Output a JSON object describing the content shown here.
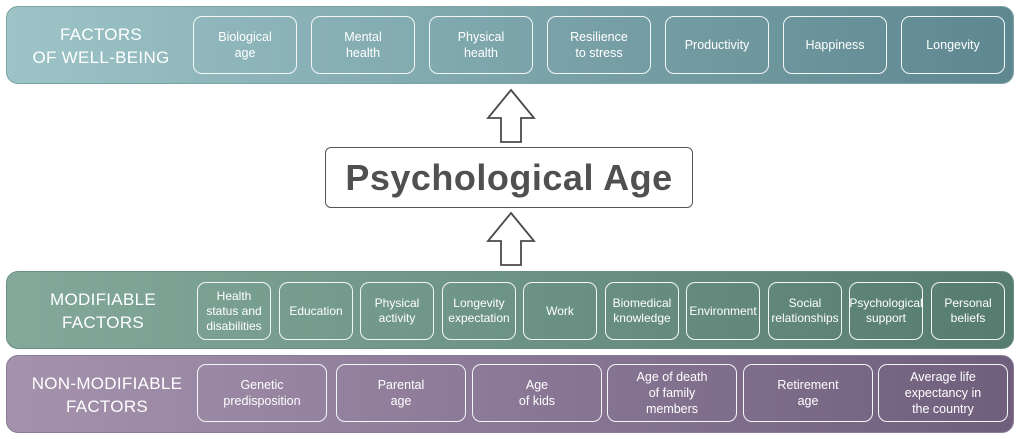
{
  "wellbeing": {
    "title": "FACTORS\nOF WELL-BEING",
    "items": [
      "Biological\nage",
      "Mental\nhealth",
      "Physical\nhealth",
      "Resilience\nto stress",
      "Productivity",
      "Happiness",
      "Longevity"
    ]
  },
  "central": {
    "label": "Psychological Age"
  },
  "modifiable": {
    "title": "MODIFIABLE\nFACTORS",
    "items": [
      "Health\nstatus and\ndisabilities",
      "Education",
      "Physical\nactivity",
      "Longevity\nexpectation",
      "Work",
      "Biomedical\nknowledge",
      "Environment",
      "Social\nrelationships",
      "Psychological\nsupport",
      "Personal\nbeliefs"
    ]
  },
  "nonmodifiable": {
    "title": "NON-MODIFIABLE\nFACTORS",
    "items": [
      "Genetic\npredisposition",
      "Parental\nage",
      "Age\nof kids",
      "Age of death\nof family\nmembers",
      "Retirement\nage",
      "Average life\nexpectancy in\nthe country"
    ]
  }
}
